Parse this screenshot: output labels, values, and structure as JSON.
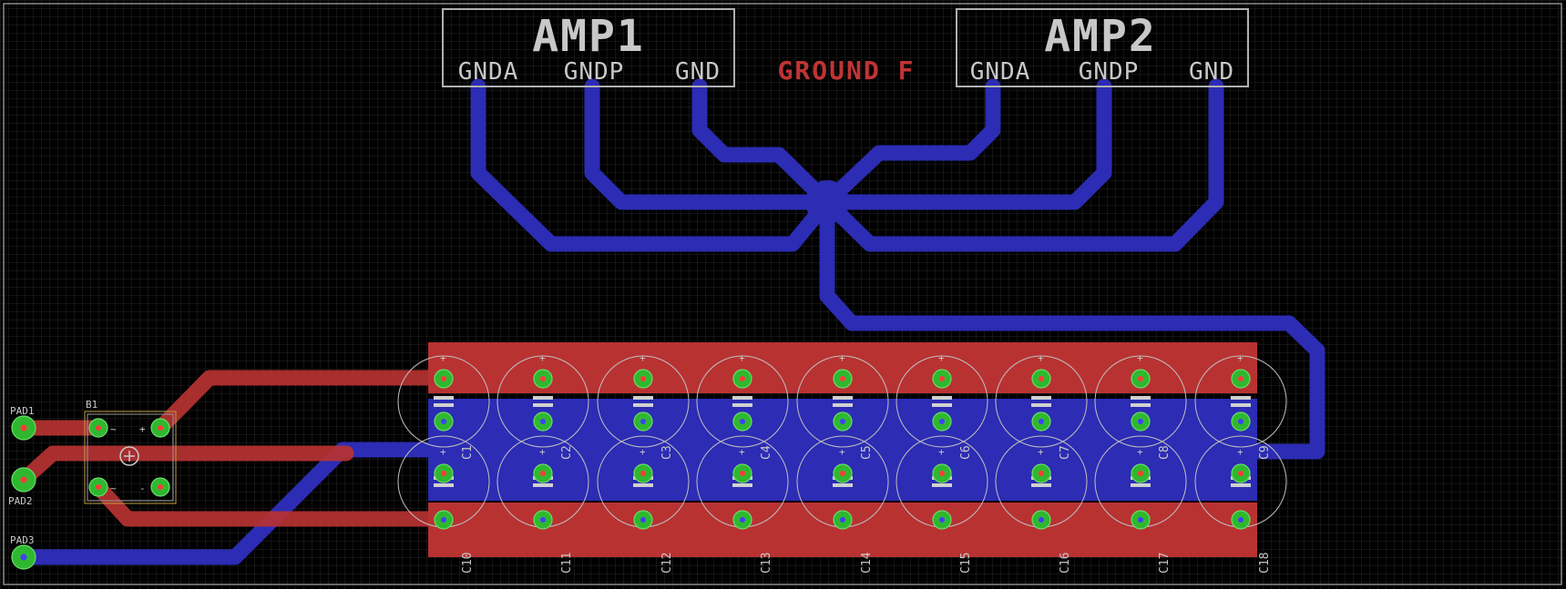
{
  "labels": {
    "amp1": {
      "title": "AMP1",
      "pins": [
        "GNDA",
        "GNDP",
        "GND"
      ]
    },
    "amp2": {
      "title": "AMP2",
      "pins": [
        "GNDA",
        "GNDP",
        "GND"
      ]
    },
    "ground_label": "GROUND F",
    "bridge": "B1",
    "pads": [
      "PAD1",
      "PAD2",
      "PAD3"
    ],
    "cap_row_top": [
      "C1",
      "C2",
      "C3",
      "C4",
      "C5",
      "C6",
      "C7",
      "C8",
      "C9"
    ],
    "cap_row_bottom": [
      "C10",
      "C11",
      "C12",
      "C13",
      "C14",
      "C15",
      "C16",
      "C17",
      "C18"
    ]
  },
  "colors": {
    "background": "#000000",
    "grid": "#2a2a2a",
    "top_copper": "#b83232",
    "bottom_copper": "#2c2cb4",
    "pad": "#2fb82f",
    "silkscreen": "#c8c8c8",
    "label_red": "#c03434"
  }
}
